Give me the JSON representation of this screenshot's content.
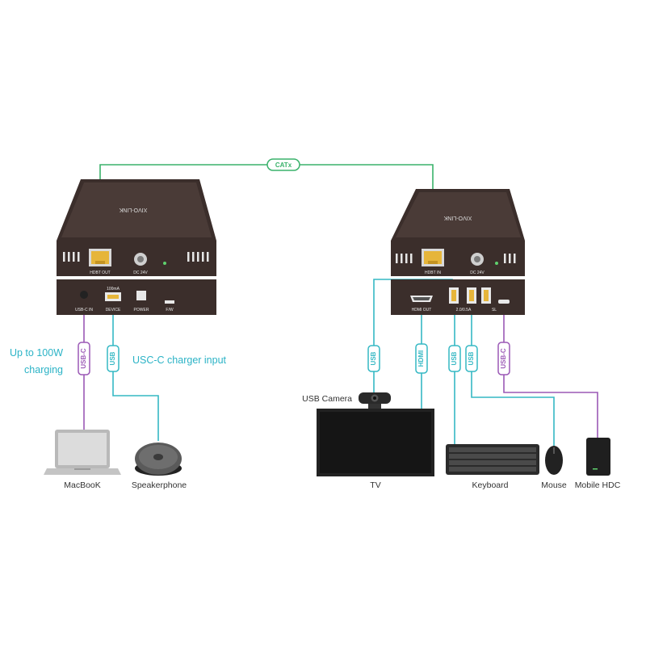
{
  "colors": {
    "catx": "#3ab26b",
    "usb": "#35b8c4",
    "usbc": "#9b59b6",
    "hdmi": "#35b8c4",
    "device_body": "#3b2e2b",
    "accent_text": "#2bb3c6"
  },
  "link": {
    "label": "CATx"
  },
  "transmitter": {
    "brand": "XIVO-LINK",
    "ports_top": [
      "HDBT OUT",
      "DC 24V"
    ],
    "ports_bottom": [
      "USB-C IN",
      "DEVICE",
      "POWER",
      "F/W"
    ],
    "port_note": "100mA"
  },
  "receiver": {
    "brand": "XIVO-LINK",
    "ports_top": [
      "HDBT IN",
      "DC 24V"
    ],
    "ports_bottom": [
      "HDMI OUT",
      "2.0/0.5A",
      "SL"
    ]
  },
  "cables": {
    "mac": "USB-C",
    "speaker": "USB",
    "tv_camera": "USB",
    "tv_hdmi": "HDMI",
    "keyboard": "USB",
    "mouse": "USB",
    "hdd": "USB-C"
  },
  "notes": {
    "charging_line1": "Up to 100W",
    "charging_line2": "charging",
    "charger_input": "USC-C charger input"
  },
  "devices": {
    "macbook": "MacBooK",
    "speakerphone": "Speakerphone",
    "usb_camera": "USB Camera",
    "tv": "TV",
    "keyboard": "Keyboard",
    "mouse": "Mouse",
    "hdd": "Mobile HDC"
  },
  "icons": [
    "ethernet-port-icon",
    "dc-power-jack-icon",
    "usb-port-icon",
    "hdmi-port-icon",
    "laptop-icon",
    "speakerphone-icon",
    "webcam-icon",
    "tv-icon",
    "keyboard-icon",
    "mouse-icon",
    "hard-drive-icon"
  ]
}
